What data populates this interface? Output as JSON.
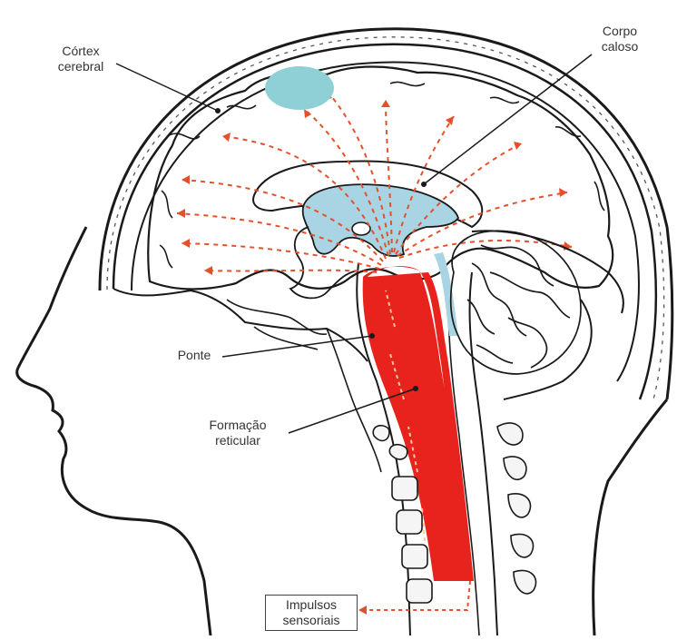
{
  "labels": {
    "cortex_line1": "Córtex",
    "cortex_line2": "cerebral",
    "corpo_line1": "Corpo",
    "corpo_line2": "caloso",
    "ponte": "Ponte",
    "formacao_line1": "Formação",
    "formacao_line2": "reticular",
    "impulsos_line1": "Impulsos",
    "impulsos_line2": "sensoriais"
  },
  "colors": {
    "outline": "#1a1a1a",
    "reticular": "#e8221c",
    "ventricle": "#a9d4e4",
    "cortex_spot": "#8fd0d6",
    "arrows": "#e4502b"
  }
}
